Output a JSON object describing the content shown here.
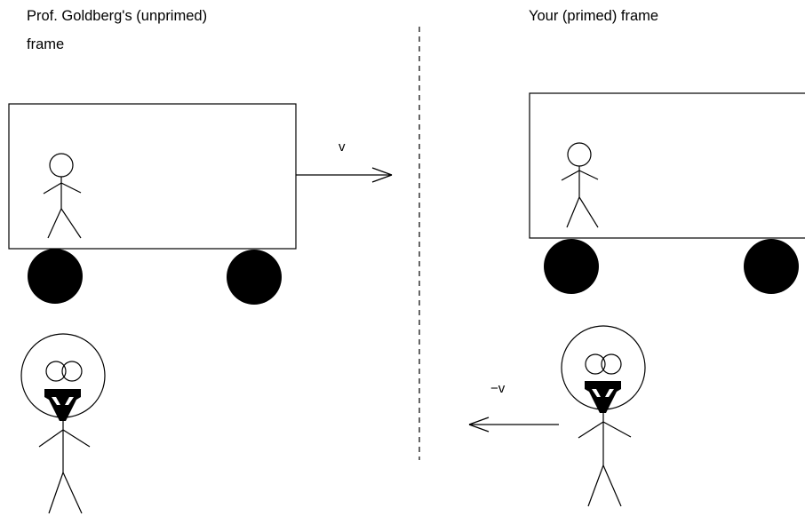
{
  "labels": {
    "left_frame_line1": "Prof. Goldberg's (unprimed)",
    "left_frame_line2": "frame",
    "right_frame": "Your (primed) frame",
    "velocity_right": "v",
    "velocity_left": "−v"
  },
  "colors": {
    "ink": "#000000",
    "background": "#ffffff"
  }
}
